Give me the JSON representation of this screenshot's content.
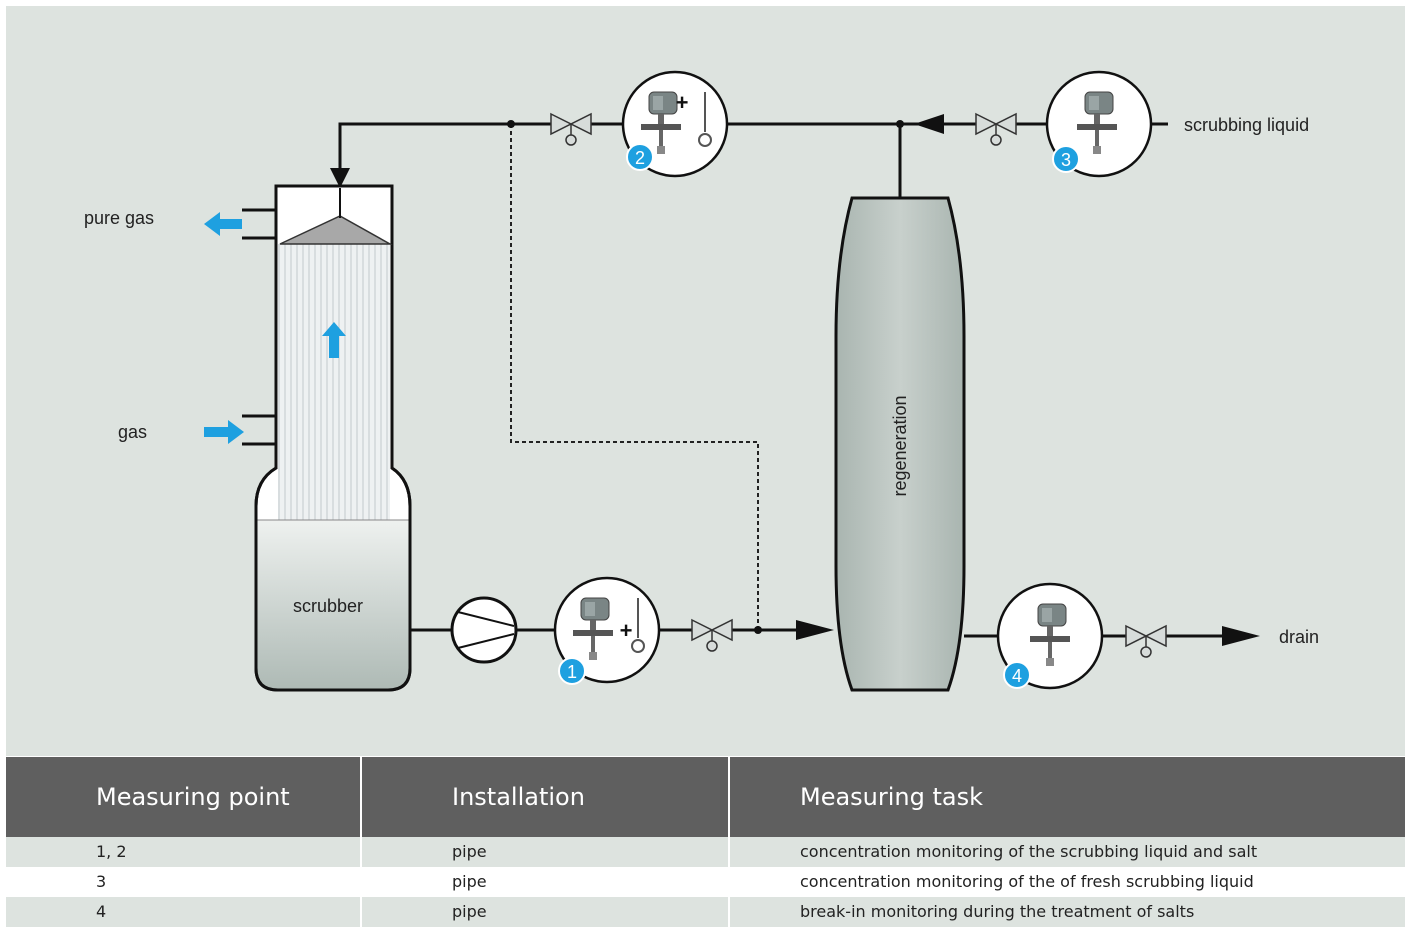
{
  "diagram": {
    "labels": {
      "pure_gas": "pure gas",
      "gas": "gas",
      "scrubber": "scrubber",
      "regeneration": "regeneration",
      "scrubbing_liquid": "scrubbing liquid",
      "drain": "drain"
    },
    "measuring_points": [
      {
        "number": "1",
        "has_plus": true
      },
      {
        "number": "2",
        "has_plus": true
      },
      {
        "number": "3",
        "has_plus": false
      },
      {
        "number": "4",
        "has_plus": false
      }
    ],
    "plus_sign": "+",
    "colors": {
      "background": "#dde3df",
      "accent_blue": "#1ea0e0",
      "line": "#111111",
      "vessel_fill": "#b9c3bf"
    }
  },
  "table": {
    "headers": [
      "Measuring point",
      "Installation",
      "Measuring task"
    ],
    "rows": [
      [
        "1, 2",
        "pipe",
        "concentration monitoring of the scrubbing liquid and salt"
      ],
      [
        "3",
        "pipe",
        "concentration monitoring of the of fresh scrubbing liquid"
      ],
      [
        "4",
        "pipe",
        "break-in monitoring during the treatment of salts"
      ]
    ],
    "colors": {
      "header_bg": "#5f5f5f",
      "row_alt_bg": "#dde3df"
    }
  }
}
